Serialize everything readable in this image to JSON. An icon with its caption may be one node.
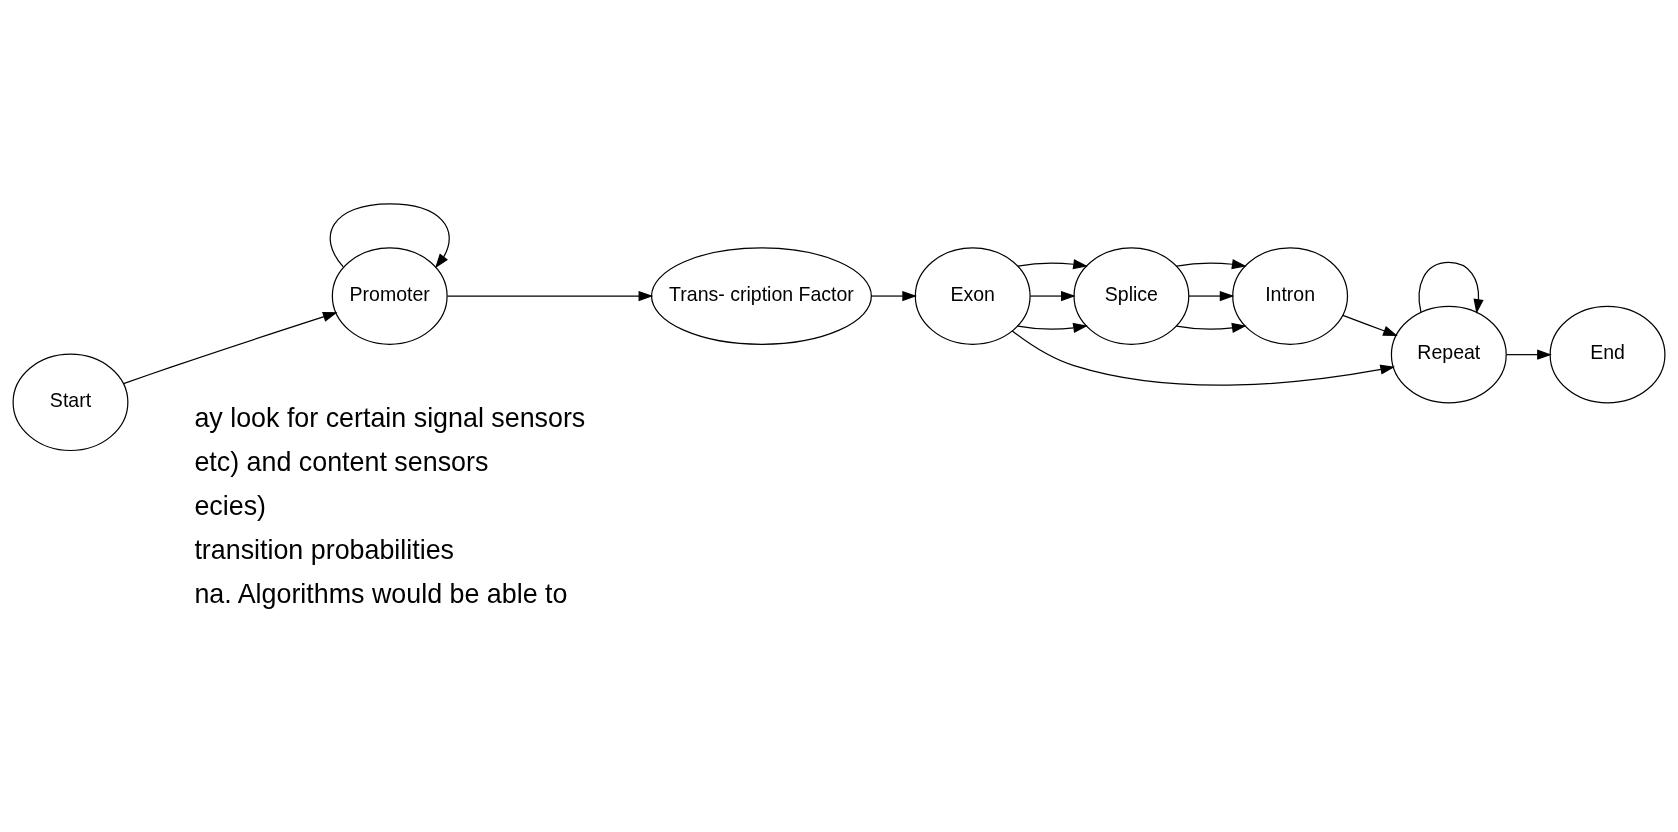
{
  "diagram": {
    "nodes": [
      {
        "text": [
          "Start"
        ]
      },
      {
        "text": [
          "Promoter"
        ]
      },
      {
        "text": [
          "Trans- cription Factor"
        ]
      },
      {
        "text": [
          "Exon"
        ]
      },
      {
        "text": [
          "Splice"
        ]
      },
      {
        "text": [
          "Intron"
        ]
      },
      {
        "text": [
          "Repeat"
        ]
      },
      {
        "text": [
          "End"
        ]
      }
    ],
    "edges": [
      {
        "from": 0,
        "to": 1,
        "arrow": "to"
      },
      {
        "from": 1,
        "to": 1,
        "arrow": "to"
      },
      {
        "from": 1,
        "to": 2,
        "arrow": "to"
      },
      {
        "from": 2,
        "to": 3,
        "arrow": "to"
      },
      {
        "from": 3,
        "to": 4,
        "arrow": "to"
      },
      {
        "from": 3,
        "to": 4,
        "arrow": "to"
      },
      {
        "from": 3,
        "to": 4,
        "arrow": "to"
      },
      {
        "from": 4,
        "to": 5,
        "arrow": "to"
      },
      {
        "from": 4,
        "to": 5,
        "arrow": "to"
      },
      {
        "from": 4,
        "to": 5,
        "arrow": "to"
      },
      {
        "from": 3,
        "to": 6,
        "arrow": "to"
      },
      {
        "from": 5,
        "to": 6,
        "arrow": "to"
      },
      {
        "from": 6,
        "to": 6,
        "arrow": "to"
      },
      {
        "from": 6,
        "to": 7,
        "arrow": "to"
      }
    ],
    "labels": [
      "ay look for certain signal sensors",
      "etc) and content sensors",
      "ecies)",
      "transition probabilities",
      "na. Algorithms would be able to"
    ]
  }
}
